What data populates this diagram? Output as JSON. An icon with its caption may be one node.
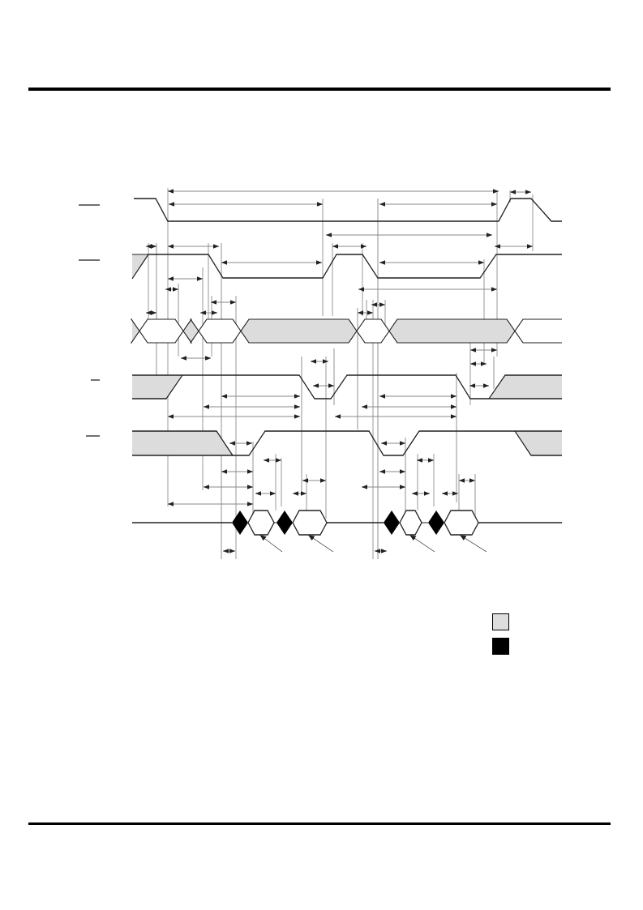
{
  "diagram": {
    "nodes": [
      {
        "text": [],
        "shape": "hexagon"
      },
      {
        "text": [],
        "shape": "hexagon"
      },
      {
        "text": [],
        "shape": "hexagon"
      },
      {
        "text": [],
        "shape": "hexagon"
      }
    ],
    "edges": [
      {
        "from": null,
        "to": 0,
        "arrow": "to"
      },
      {
        "from": null,
        "to": 1,
        "arrow": "to"
      },
      {
        "from": null,
        "to": 2,
        "arrow": "to"
      },
      {
        "from": null,
        "to": 3,
        "arrow": "to"
      }
    ]
  }
}
